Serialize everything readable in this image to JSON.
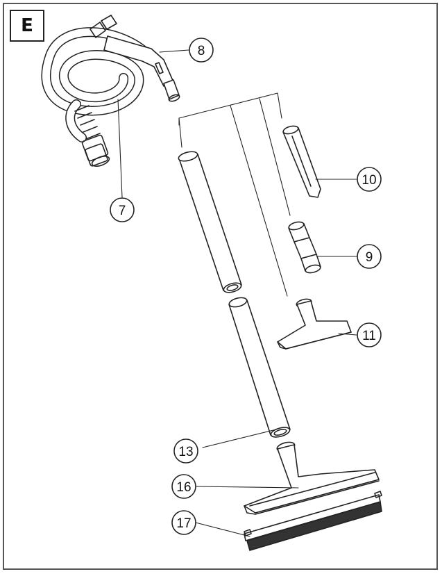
{
  "panel_letter": "E",
  "callouts": {
    "hose": "7",
    "hose_handle": "8",
    "adapter": "9",
    "crevice_tool": "10",
    "upholstery_nozzle": "11",
    "extension_tubes": "13",
    "floor_nozzle": "16",
    "squeegee_strip": "17"
  }
}
